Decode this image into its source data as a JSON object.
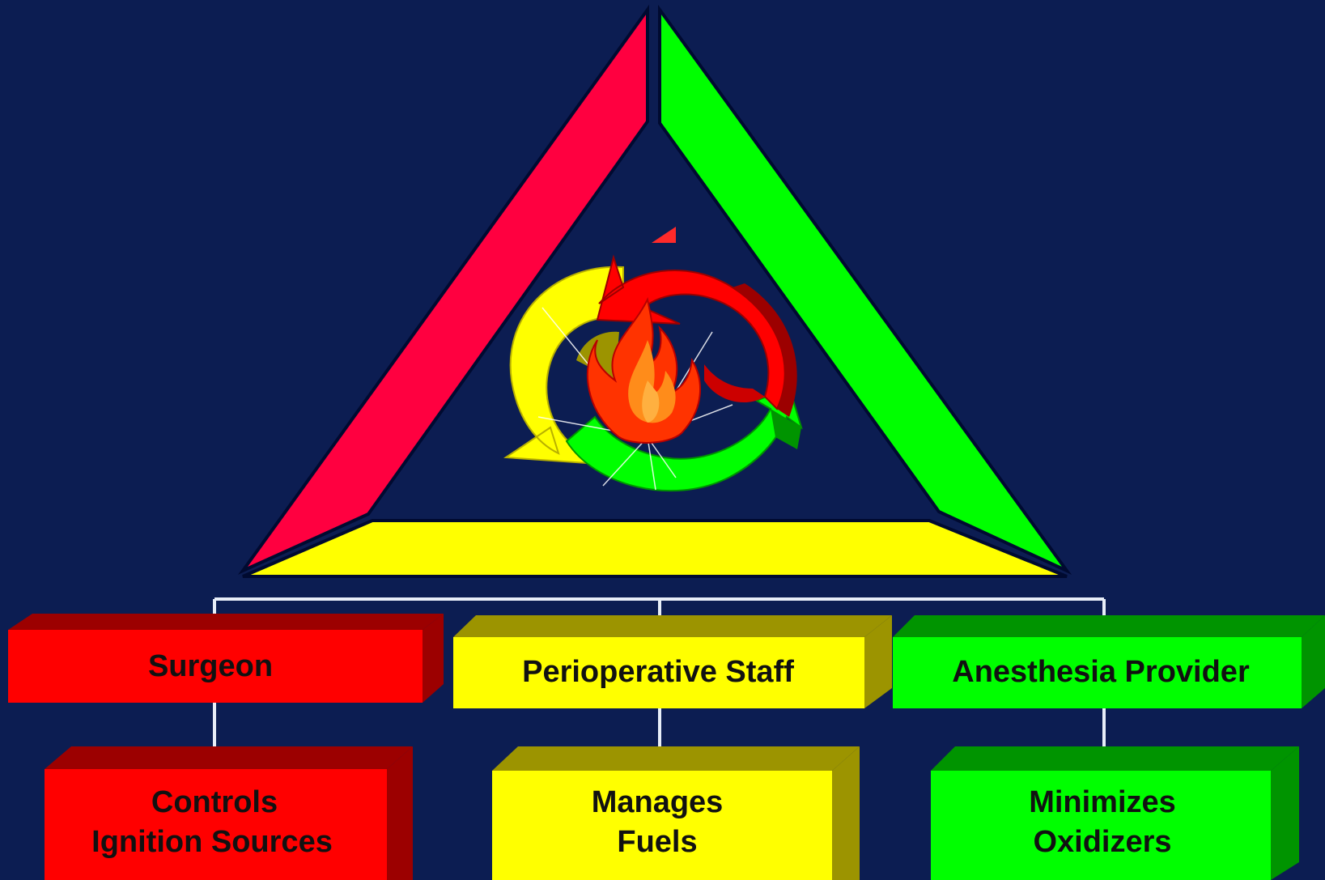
{
  "roles": [
    {
      "label": "Surgeon",
      "color": "#ff0000",
      "dark": "#9c0000"
    },
    {
      "label": "Perioperative Staff",
      "color": "#ffff00",
      "dark": "#9c9400"
    },
    {
      "label": "Anesthesia Provider",
      "color": "#00ff00",
      "dark": "#009400"
    }
  ],
  "duties": [
    {
      "line1": "Controls",
      "line2": "Ignition Sources",
      "color": "#ff0000",
      "dark": "#9c0000"
    },
    {
      "line1": "Manages",
      "line2": "Fuels",
      "color": "#ffff00",
      "dark": "#9c9400"
    },
    {
      "line1": "Minimizes",
      "line2": "Oxidizers",
      "color": "#00ff00",
      "dark": "#009400"
    }
  ],
  "triangle_colors": {
    "left": "#ff0040",
    "right": "#00ff00",
    "bottom": "#ffff00",
    "background": "#0c1d52",
    "connector": "#e8eef8"
  },
  "icons": [
    "fire-icon",
    "cycle-arrows-icon"
  ]
}
